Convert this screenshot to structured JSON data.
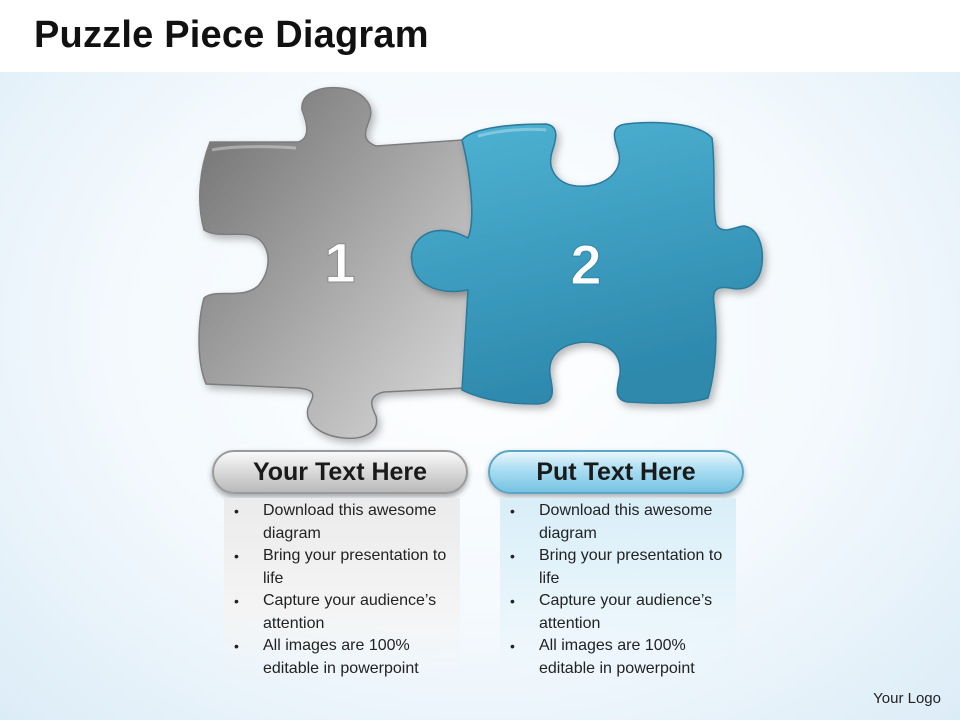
{
  "slide": {
    "title": "Puzzle Piece Diagram",
    "logo": "Your Logo"
  },
  "pieces": [
    {
      "number": "1",
      "color": "#a8a8a8"
    },
    {
      "number": "2",
      "color": "#3fa4c6"
    }
  ],
  "panels": [
    {
      "heading": "Your Text Here",
      "bullet": "•",
      "items": [
        "Download this awesome diagram",
        "Bring your presentation to life",
        "Capture your audience’s attention",
        "All images are 100% editable in powerpoint"
      ]
    },
    {
      "heading": "Put Text Here",
      "bullet": "•",
      "items": [
        "Download this awesome diagram",
        "Bring your presentation to life",
        "Capture your audience’s attention",
        "All images are 100% editable in powerpoint"
      ]
    }
  ]
}
